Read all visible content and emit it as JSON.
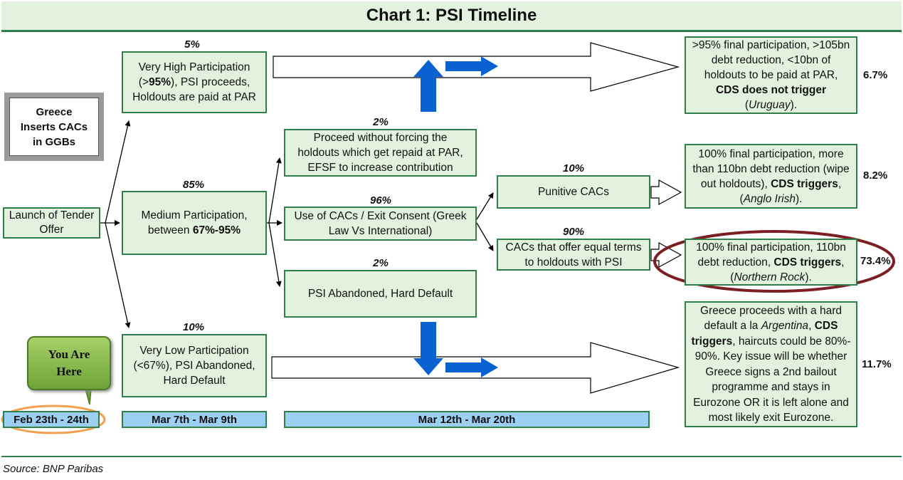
{
  "title": "Chart 1: PSI Timeline",
  "source": "Source: BNP Paribas",
  "greece_box": [
    "Greece",
    "Inserts CACs",
    "in GGBs"
  ],
  "launch_box": [
    "Launch of Tender",
    "Offer"
  ],
  "you_are_here": [
    "You Are",
    "Here"
  ],
  "dates": {
    "d1": "Feb 23th - 24th",
    "d2": "Mar 7th - Mar 9th",
    "d3": "Mar 12th - Mar 20th"
  },
  "nodes": {
    "very_high": {
      "pct": "5%",
      "l1": "Very High Participation",
      "l2a": "(>",
      "l2b": "95%",
      "l2c": "), PSI proceeds,",
      "l3": "Holdouts are paid at PAR"
    },
    "medium": {
      "pct": "85%",
      "l1": "Medium Participation,",
      "l2a": "between ",
      "l2b": "67%-95%"
    },
    "very_low": {
      "pct": "10%",
      "l1": "Very Low Participation",
      "l2": "(<67%), PSI Abandoned,",
      "l3": "Hard Default"
    },
    "proceed": {
      "pct": "2%",
      "l1": "Proceed without forcing the",
      "l2": "holdouts which get repaid at PAR,",
      "l3": "EFSF to increase contribution"
    },
    "use_cacs": {
      "pct": "96%",
      "l1": "Use of CACs / Exit Consent (Greek",
      "l2": "Law Vs International)"
    },
    "abandoned": {
      "pct": "2%",
      "l1": "PSI Abandoned, Hard Default"
    },
    "punitive": {
      "pct": "10%",
      "l1": "Punitive CACs"
    },
    "equal_terms": {
      "pct": "90%",
      "l1": "CACs that offer equal terms",
      "l2": "to holdouts with PSI"
    }
  },
  "outcomes": {
    "uruguay": {
      "side": "6.7%",
      "l1": ">95% final participation, >105bn",
      "l2": "debt reduction, <10bn of",
      "l3": "holdouts to be paid at PAR,",
      "l4": "CDS does not trigger",
      "l5a": "(",
      "l5b": "Uruguay",
      "l5c": ")."
    },
    "anglo": {
      "side": "8.2%",
      "l1": "100% final participation, more",
      "l2": "than 110bn debt reduction (wipe",
      "l3a": "out holdouts), ",
      "l3b": "CDS triggers",
      "l3c": ",",
      "l4a": "(",
      "l4b": "Anglo Irish",
      "l4c": ")."
    },
    "northern": {
      "side": "73.4%",
      "l1": "100% final participation, 110bn",
      "l2a": "debt reduction, ",
      "l2b": "CDS triggers",
      "l2c": ",",
      "l3a": "(",
      "l3b": "Northern Rock",
      "l3c": ")."
    },
    "argentina": {
      "side": "11.7%",
      "l1": "Greece proceeds with a hard",
      "l2a": "default a la ",
      "l2b": "Argentina",
      "l2c": ", ",
      "l2d": "CDS",
      "l3a": "triggers",
      "l3b": ", haircuts could be 80%-",
      "l4": "90%. Key issue will be whether",
      "l5": "Greece signs a 2nd bailout",
      "l6": "programme and stays in",
      "l7": "Eurozone OR it is left alone and",
      "l8": "most likely exit Eurozone."
    }
  },
  "colors": {
    "box_fill": "#e2f2de",
    "box_border": "#2f7f4c",
    "blue_arrow": "#0a62d0",
    "date_fill": "#9ccff2",
    "highlight_ellipse": "#7b1f24",
    "you_are_here_ellipse": "#f0a050"
  }
}
